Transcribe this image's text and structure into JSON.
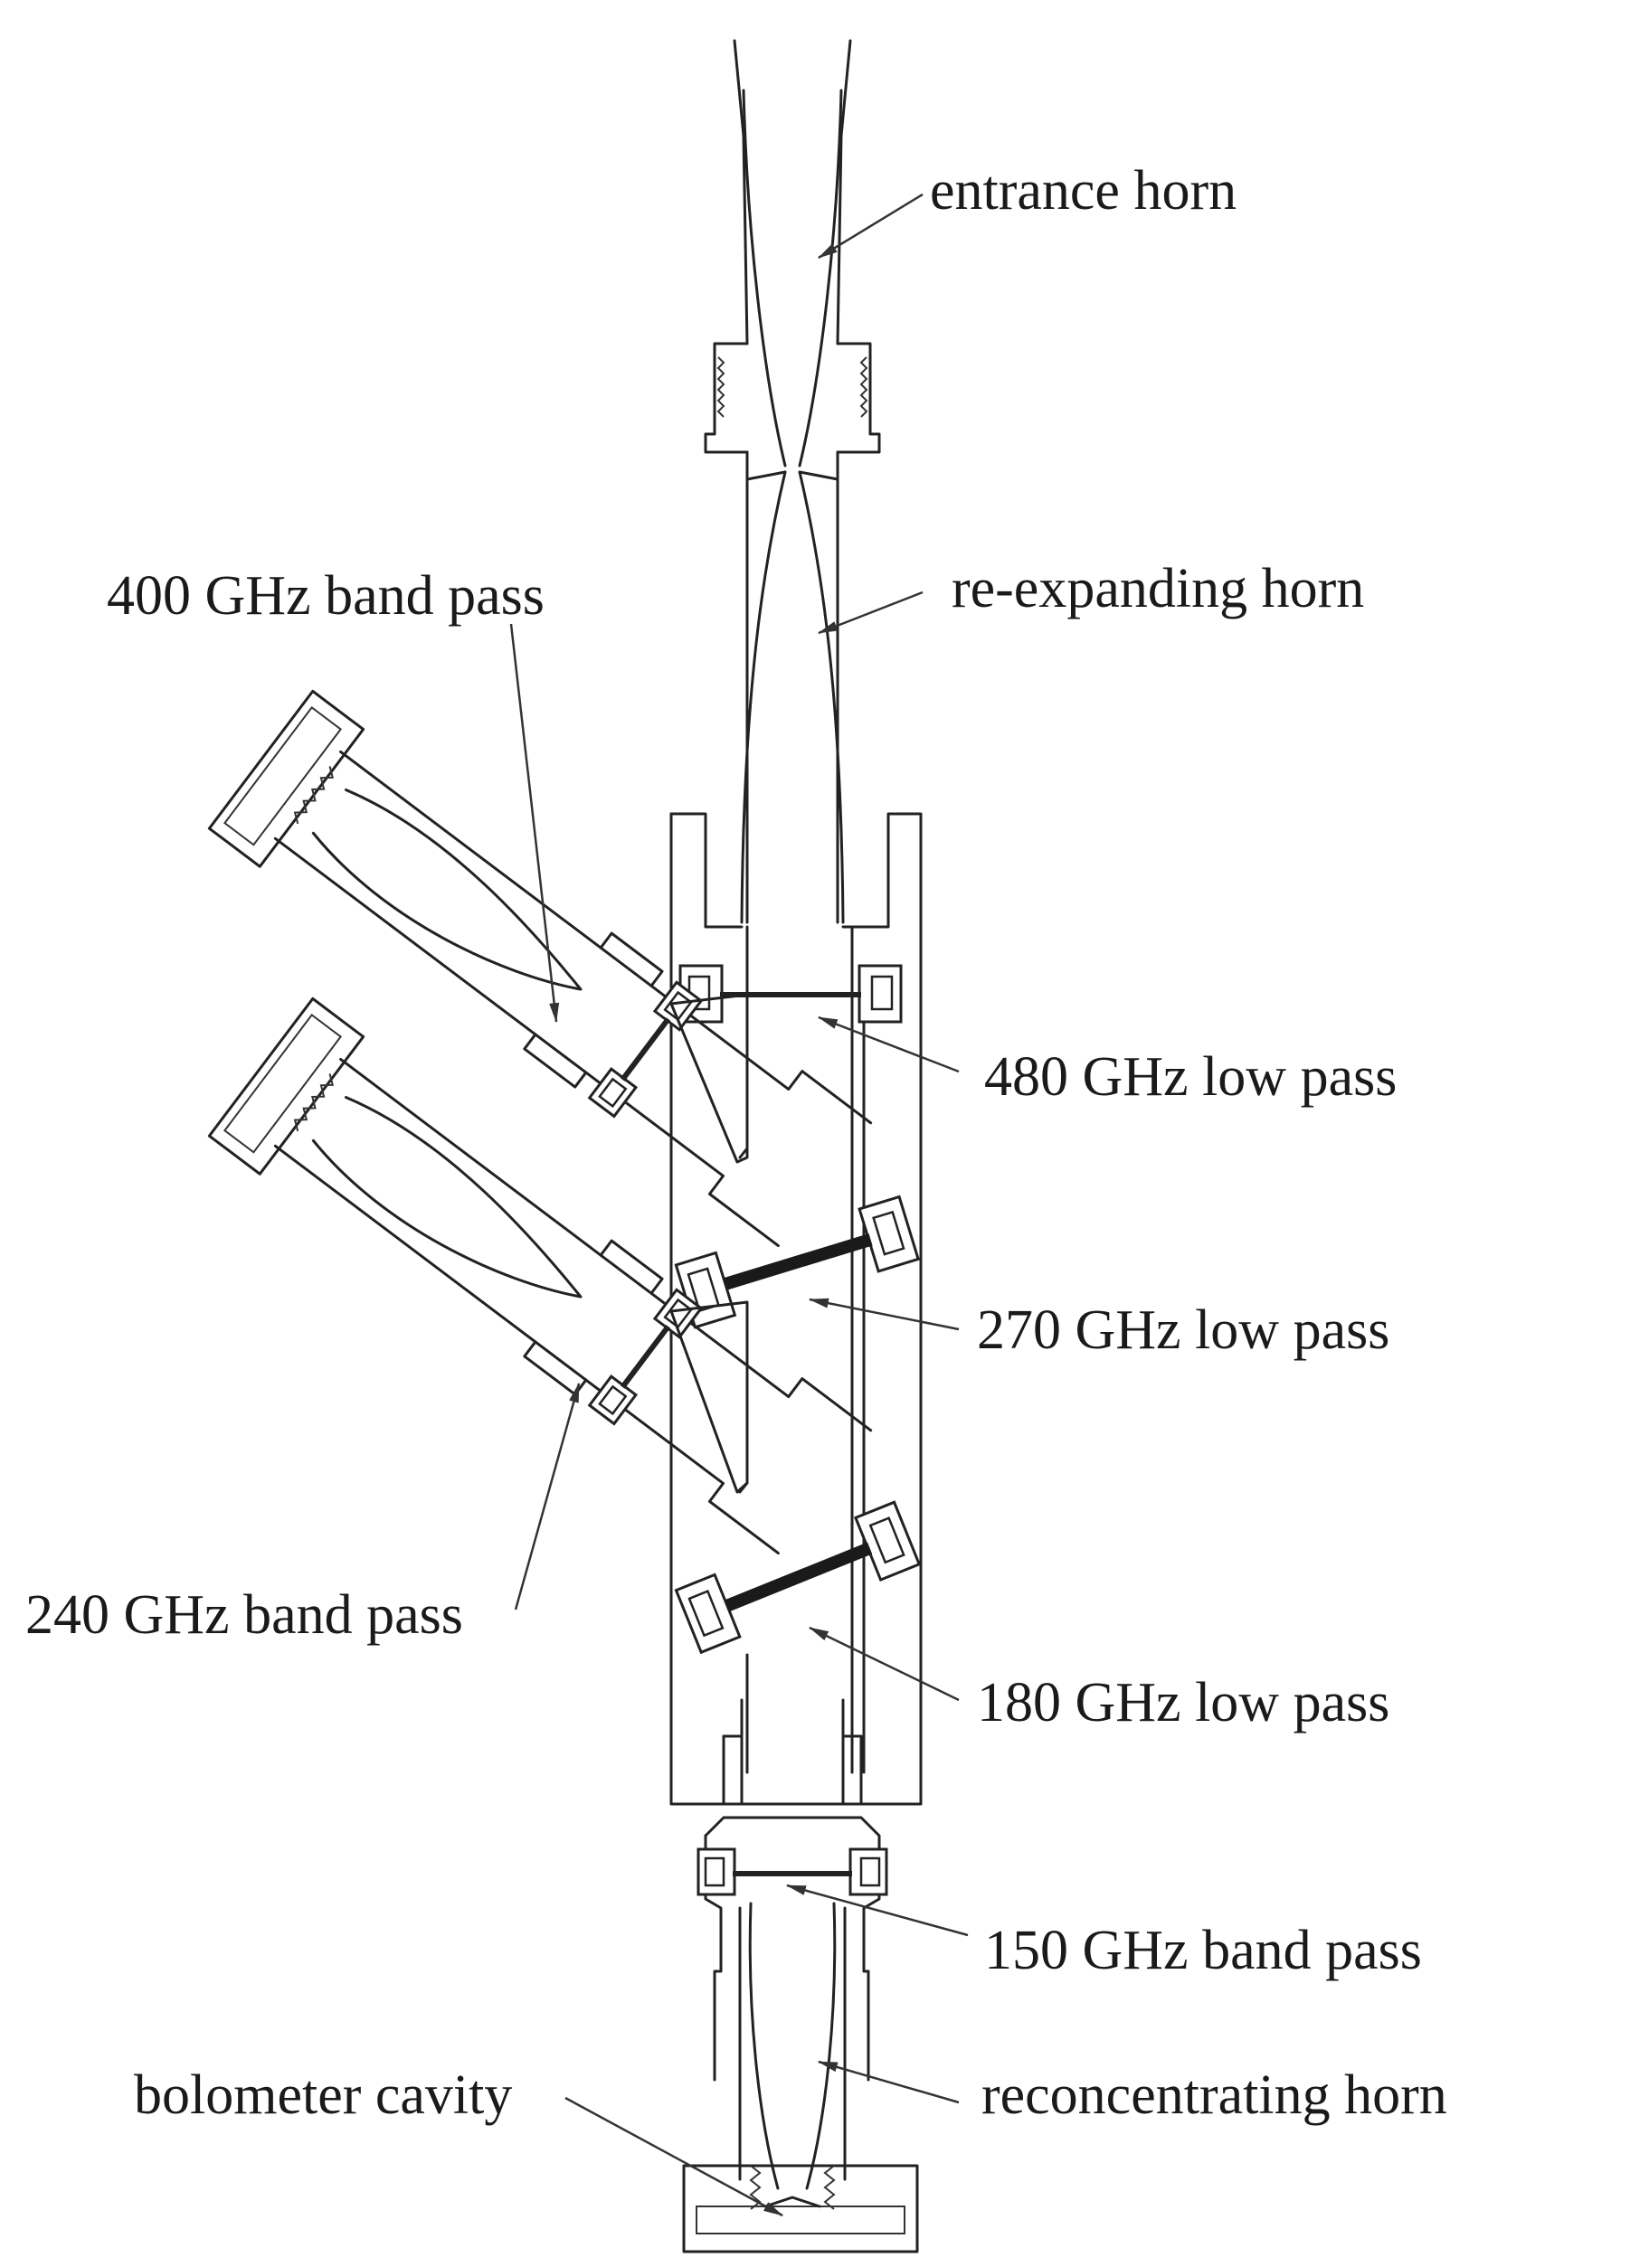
{
  "labels": {
    "entrance_horn": "entrance horn",
    "re_expanding_horn": "re-expanding horn",
    "band_pass_400": "400 GHz band pass",
    "low_pass_480": "480 GHz low pass",
    "low_pass_270": "270 GHz low pass",
    "band_pass_240": "240 GHz band pass",
    "low_pass_180": "180 GHz low pass",
    "band_pass_150": "150 GHz band pass",
    "bolometer_cavity": "bolometer cavity",
    "reconcentrating_horn": "reconcentrating horn"
  }
}
